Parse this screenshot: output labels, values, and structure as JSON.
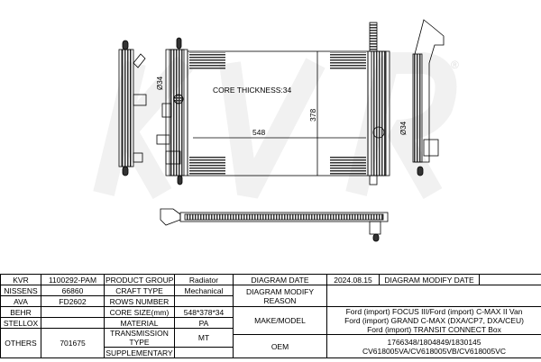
{
  "watermark": {
    "brand": "KVR",
    "reg": "®"
  },
  "drawing": {
    "core_thickness": "CORE THICKNESS:34",
    "width_dim": "548",
    "height_dim": "378",
    "pipe_left": "Ø34",
    "pipe_right": "Ø34"
  },
  "table": {
    "kvr_label": "KVR",
    "kvr_value": "1100292-PAM",
    "nissens_label": "NISSENS",
    "nissens_value": "66860",
    "ava_label": "AVA",
    "ava_value": "FD2602",
    "behr_label": "BEHR",
    "behr_value": "",
    "stellox_label": "STELLOX",
    "stellox_value": "",
    "others_label": "OTHERS",
    "others_value": "701675",
    "product_group_label": "PRODUCT GROUP",
    "product_group_value": "Radiator",
    "craft_type_label": "CRAFT TYPE",
    "craft_type_value": "Mechanical",
    "rows_number_label": "ROWS NUMBER",
    "rows_number_value": "",
    "core_size_label": "CORE SIZE(mm)",
    "core_size_value": "548*378*34",
    "material_label": "MATERIAL",
    "material_value": "PA",
    "transmission_label": "TRANSMISSION TYPE",
    "transmission_value": "MT",
    "supplementary_label": "SUPPLEMENTARY",
    "supplementary_value": "",
    "diagram_date_label": "DIAGRAM DATE",
    "diagram_date_value": "2024.08.15",
    "diagram_modify_date_label": "DIAGRAM MODIFY DATE",
    "diagram_modify_date_value": "",
    "modify_reason_label": "DIAGRAM MODIFY REASON",
    "modify_reason_value": "",
    "make_model_label": "MAKE/MODEL",
    "make_model_lines": [
      "Ford (import) FOCUS III/Ford (import) C-MAX II Van",
      "Ford (import) GRAND C-MAX (DXA/CP7, DXA/CEU)",
      "Ford (import) TRANSIT CONNECT Box"
    ],
    "oem_label": "OEM",
    "oem_lines": [
      "1766348/1804849/1830145",
      "CV618005VA/CV618005VB/CV618005VC"
    ]
  }
}
